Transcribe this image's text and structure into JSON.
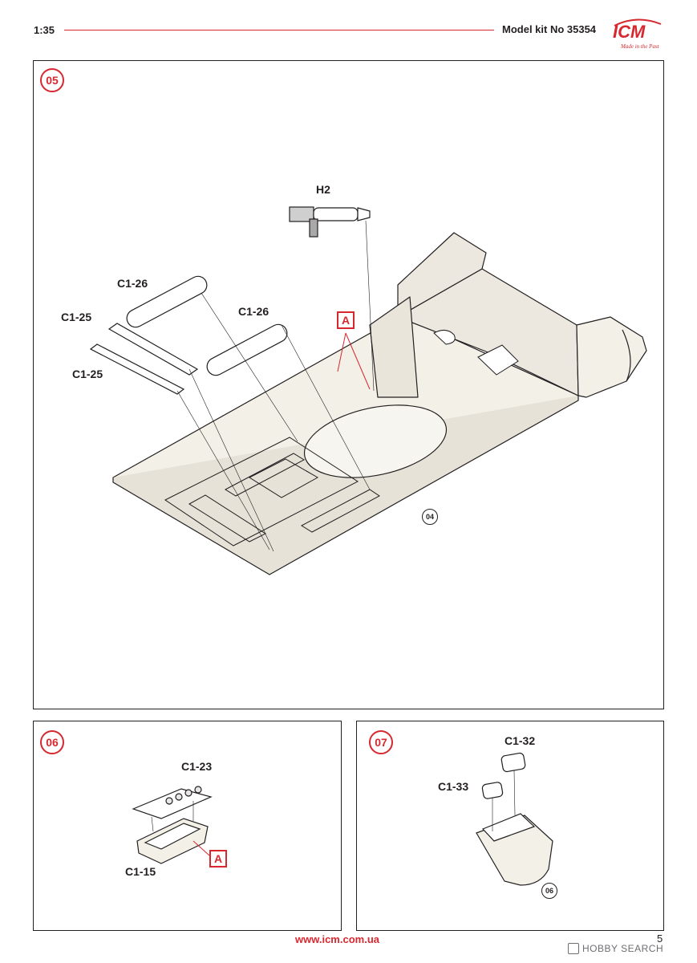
{
  "header": {
    "scale": "1:35",
    "kit_number": "Model kit No 35354",
    "logo_text": "ICM",
    "logo_tagline": "Made in the Past"
  },
  "steps": {
    "s05": {
      "number": "05",
      "labels": {
        "h2": "H2",
        "c1_26_a": "C1-26",
        "c1_26_b": "C1-26",
        "c1_25_a": "C1-25",
        "c1_25_b": "C1-25"
      },
      "callout": "A",
      "reference": "04"
    },
    "s06": {
      "number": "06",
      "labels": {
        "c1_23": "C1-23",
        "c1_15": "C1-15"
      },
      "callout": "A"
    },
    "s07": {
      "number": "07",
      "labels": {
        "c1_32": "C1-32",
        "c1_33": "C1-33"
      },
      "reference": "06"
    }
  },
  "footer": {
    "website": "www.icm.com.ua",
    "page_number": "5",
    "watermark": "HOBBY SEARCH"
  },
  "colors": {
    "accent": "#d7282f",
    "line": "#231f20",
    "part_fill": "#f3f0e8"
  }
}
